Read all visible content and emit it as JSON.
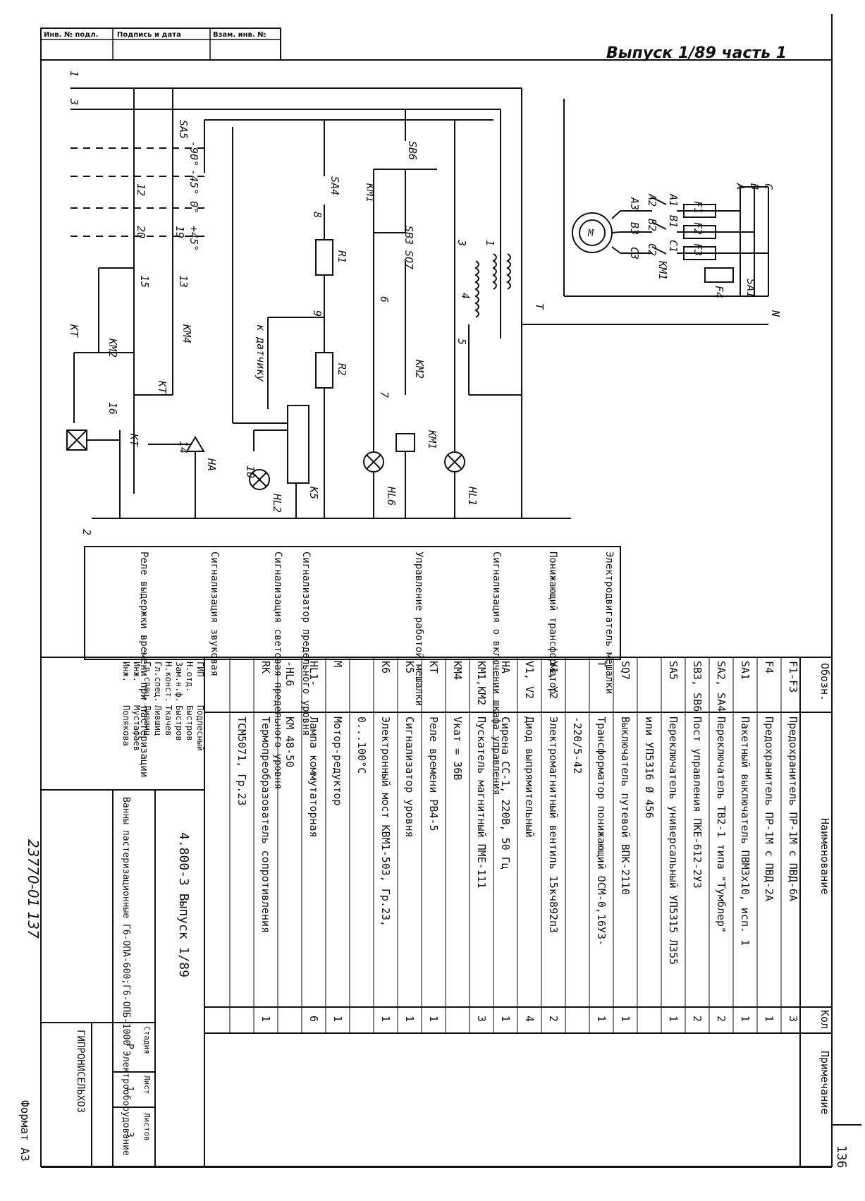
{
  "stamp_header": {
    "inv_podl": "Инв. № подл.",
    "podpis": "Подпись и дата",
    "vzam": "Взам. инв. №"
  },
  "issue_title": "Выпуск 1/89 часть 1",
  "sheet_number": "136",
  "doc_code_rotated": "23770-01    137",
  "format": "Формат A3",
  "schematic": {
    "supply": [
      "A",
      "B",
      "C",
      "N"
    ],
    "power": {
      "breaker": "SA1",
      "fuses": [
        "F1",
        "F2",
        "F3",
        "F4"
      ],
      "contactor": "KM1",
      "motor": "M",
      "phases_in": [
        "A1",
        "B1",
        "C1"
      ],
      "phases_mid": [
        "A2",
        "B2",
        "C2"
      ],
      "phases_out": [
        "A3",
        "B3",
        "C3"
      ]
    },
    "transformer": "T",
    "line_nodes": [
      "1",
      "3",
      "2"
    ],
    "control_labels": [
      "SB6",
      "SB3",
      "SQ7",
      "KM1",
      "KM2",
      "KM1",
      "HL1",
      "HL6",
      "SA4",
      "R1",
      "R2",
      "K5",
      "HL2",
      "HA",
      "KM4",
      "KM2",
      "KT",
      "KT",
      "KT",
      "SA5"
    ],
    "to_sensor": "к датчику",
    "angles": [
      "-90°",
      "-45°",
      "0°",
      "+45°"
    ],
    "wire_numbers": [
      "1",
      "3",
      "4",
      "5",
      "6",
      "7",
      "8",
      "9",
      "10",
      "12",
      "13",
      "14",
      "15",
      "16",
      "19",
      "20"
    ]
  },
  "bom": {
    "headers": {
      "oboz": "Обозн.",
      "name": "Наименование",
      "qty": "Кол",
      "note": "Примечание"
    },
    "rows": [
      {
        "oboz": "F1-F3",
        "name": "Предохранитель ПР-1М с ПВД-6А",
        "qty": "3"
      },
      {
        "oboz": "F4",
        "name": "Предохранитель ПР-1М с ПВД-2А",
        "qty": "1"
      },
      {
        "oboz": "SA1",
        "name": "Пакетный выключатель ПВМ3х10, исп. 1",
        "qty": "1"
      },
      {
        "oboz": "SA2, SA4",
        "name": "Переключатель ТВ2-1 типа \"Тумблер\"",
        "qty": "2"
      },
      {
        "oboz": "SB3, SB6",
        "name": "Пост управления ПКЕ-612-2У3",
        "qty": "2"
      },
      {
        "oboz": "SA5",
        "name": "Переключатель универсальный УП5315 Л355",
        "qty": "1"
      },
      {
        "oboz": "",
        "name": "или УП5316 Ø 456",
        "qty": ""
      },
      {
        "oboz": "SQ7",
        "name": "Выключатель путевой ВПК-2110",
        "qty": "1"
      },
      {
        "oboz": "T",
        "name": "Трансформатор понижающий ОСМ-0,16У3-",
        "qty": "1"
      },
      {
        "oboz": "",
        "name": "-220/5-42",
        "qty": ""
      },
      {
        "oboz": "Y1, Y2",
        "name": "Электромагнитный вентиль 15кч892п3",
        "qty": "2"
      },
      {
        "oboz": "V1, V2",
        "name": "Диод выпрямительный",
        "qty": "4"
      },
      {
        "oboz": "HA",
        "name": "Сирена СС-1, 220В, 50 Гц",
        "qty": "1"
      },
      {
        "oboz": "KM1,KM2",
        "name": "Пускатель магнитный ПМЕ-111",
        "qty": "3"
      },
      {
        "oboz": "KM4",
        "name": "Vкат = 36В",
        "qty": ""
      },
      {
        "oboz": "KT",
        "name": "Реле времени РВ4-5",
        "qty": "1"
      },
      {
        "oboz": "K5",
        "name": "Сигнализатор уровня",
        "qty": "1"
      },
      {
        "oboz": "K6",
        "name": "Электронный мост КВМ1-503, Гр.23,",
        "qty": "1"
      },
      {
        "oboz": "",
        "name": "0...100°С",
        "qty": ""
      },
      {
        "oboz": "M",
        "name": "Мотор-редуктор",
        "qty": "1"
      },
      {
        "oboz": "HL1-",
        "name": "Лампа коммутаторная",
        "qty": "6"
      },
      {
        "oboz": "-HL6",
        "name": "КМ 48-50",
        "qty": ""
      },
      {
        "oboz": "RK",
        "name": "Термопреобразователь сопротивления",
        "qty": "1"
      },
      {
        "oboz": "",
        "name": "ТСМ5071, Гр.23",
        "qty": ""
      }
    ]
  },
  "purposes": [
    "Электродвигатель мешалки",
    "Понижающий трансформатор",
    "Сигнализация о включении шкафа управления",
    "Управление работой мешалки",
    "Сигнализатор предельного уровня",
    "Сигнализация световая предельного уровня",
    "Сигнализация звуковая",
    "Реле выдержки времени при пастеризации"
  ],
  "title_block": {
    "code": "4.800-3  Выпуск 1/89",
    "title": "Ванны пастеризационные Г6-ОПА-600;Г6-ОПБ-1000 Электрооборудование",
    "org": "ГИПРОНИСЕЛЬХОЗ",
    "stage_h": "Стадия",
    "sheet_h": "Лист",
    "sheets_h": "Листов",
    "stage": "Р",
    "sheet": "1",
    "sheets": "3",
    "roles": [
      "ГИП",
      "Н.отд.",
      "Зам.н.ф.",
      "Н.конст.",
      "Гл.спец.",
      "Гл.спец.",
      "Инж.",
      "Инж."
    ],
    "names": [
      "Подлесный",
      "Быстров",
      "Быстров",
      "Ткачев",
      "Лившиц",
      "Лившиц",
      "Мустафаев",
      "Полякова"
    ]
  }
}
